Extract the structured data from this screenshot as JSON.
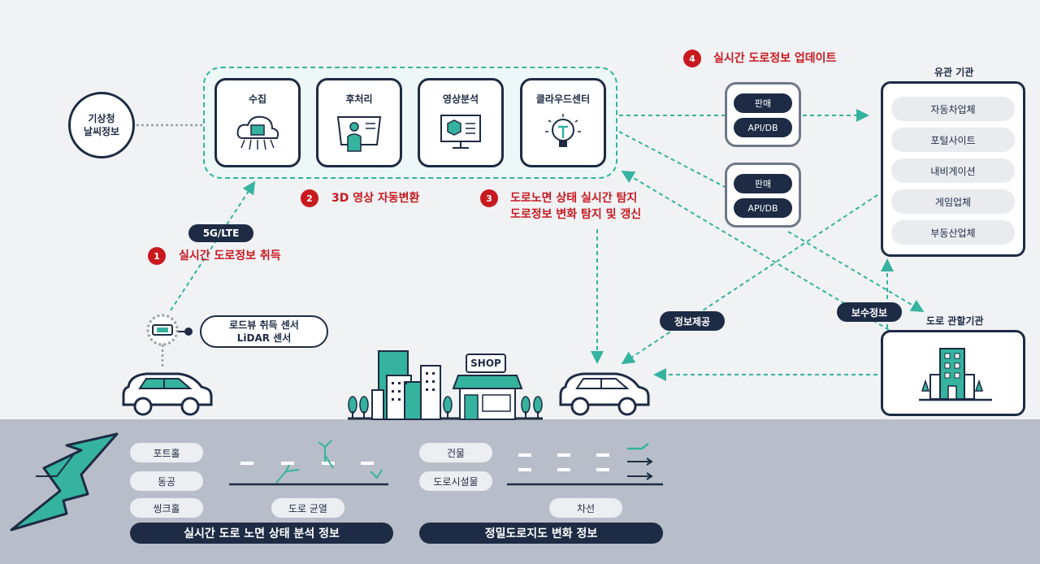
{
  "weather": {
    "line1": "기상청",
    "line2": "날씨정보"
  },
  "pipeline": [
    {
      "label": "수집",
      "icon": "cloud-chip-icon"
    },
    {
      "label": "후처리",
      "icon": "touchscreen-user-icon"
    },
    {
      "label": "영상분석",
      "icon": "monitor-cube-icon"
    },
    {
      "label": "클라우드센터",
      "icon": "lightbulb-icon"
    }
  ],
  "steps": {
    "s1": {
      "num": "1",
      "text": "실시간 도로정보 취득"
    },
    "s2": {
      "num": "2",
      "text": "3D 영상 자동변환"
    },
    "s3": {
      "num": "3",
      "line1": "도로노면 상태 실시간 탐지",
      "line2": "도로정보 변화 탐지 및 갱신"
    },
    "s4": {
      "num": "4",
      "text": "실시간 도로정보 업데이트"
    }
  },
  "network": "5G/LTE",
  "sensor": {
    "line1": "로드뷰 취득 센서",
    "line2": "LiDAR 센서"
  },
  "db_box_1": {
    "top": "판매",
    "bottom": "API/DB"
  },
  "db_box_2": {
    "top": "판매",
    "bottom": "API/DB"
  },
  "orgs": {
    "title": "유관 기관",
    "items": [
      "자동차업체",
      "포털사이트",
      "내비게이션",
      "게임업체",
      "부동산업체"
    ]
  },
  "road_authority": {
    "title": "도로 관할기관"
  },
  "tags": {
    "info": "정보제공",
    "repair": "보수정보"
  },
  "shop_sign": "SHOP",
  "surface": {
    "items": [
      "포트홀",
      "동공",
      "씽크홀"
    ],
    "crack": "도로 균열",
    "bar": "실시간 도로 노면 상태 분석 정보"
  },
  "hdmap": {
    "items": [
      "건물",
      "도로시설물"
    ],
    "lane": "차선",
    "bar": "정밀도로지도 변화 정보"
  },
  "colors": {
    "navy": "#1d2b44",
    "teal": "#35b39f",
    "red": "#c8191f",
    "ground": "#b8bec9"
  }
}
